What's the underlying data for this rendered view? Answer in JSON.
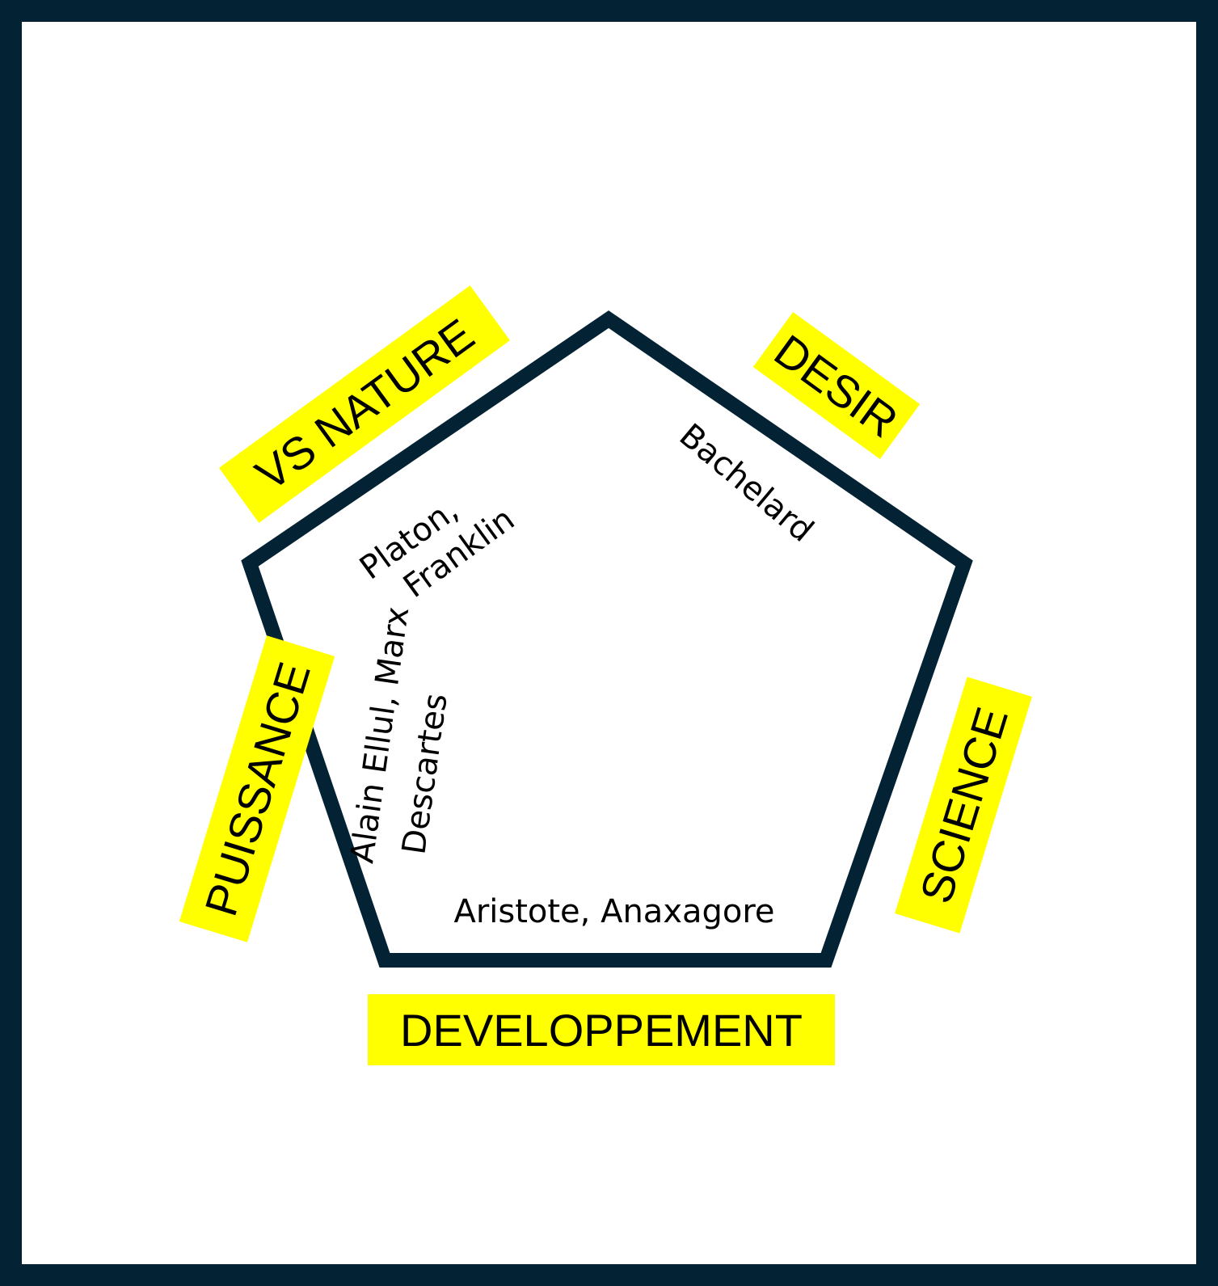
{
  "pentagon": {
    "sides": [
      {
        "label": "VS NATURE",
        "authors": [
          "Platon,",
          "Franklin"
        ]
      },
      {
        "label": "DESIR",
        "authors": [
          "Bachelard"
        ]
      },
      {
        "label": "SCIENCE",
        "authors": []
      },
      {
        "label": "DEVELOPPEMENT",
        "authors": [
          "Aristote, Anaxagore"
        ]
      },
      {
        "label": "PUISSANCE",
        "authors": [
          "Alain Ellul, Marx",
          "Descartes"
        ]
      }
    ]
  },
  "colors": {
    "border": "#032234",
    "background": "#ffffff",
    "highlight": "#ffff00",
    "text": "#000000"
  }
}
